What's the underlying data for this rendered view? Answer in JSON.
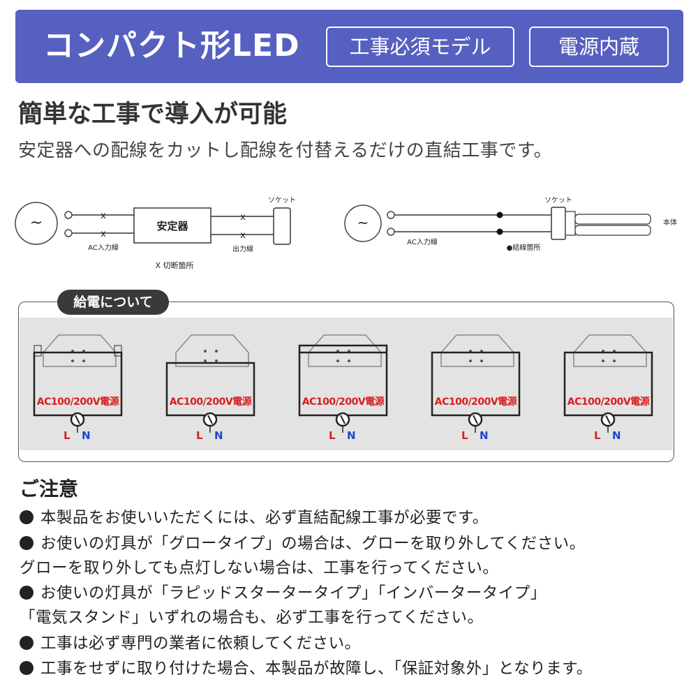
{
  "header": {
    "title": "コンパクト形LED",
    "badges": [
      "工事必須モデル",
      "電源内蔵"
    ],
    "bg_color": "#5560c0"
  },
  "intro": {
    "title": "簡単な工事で導入が可能",
    "subtitle": "安定器への配線をカットし配線を付替えるだけの直結工事です。"
  },
  "diagram_left": {
    "ballast": "安定器",
    "socket": "ソケット",
    "ac_line": "AC入力線",
    "out_line": "出力線",
    "cut_point": "X 切断箇所",
    "cut_mark": "x",
    "source_symbol": "~"
  },
  "diagram_right": {
    "socket": "ソケット",
    "body": "本体",
    "ac_line": "AC入力線",
    "joint": "●結線箇所",
    "source_symbol": "~"
  },
  "feed": {
    "tag": "給電について",
    "fixtures": [
      {
        "label": "AC100/200V電源",
        "L": "L",
        "N": "N"
      },
      {
        "label": "AC100/200V電源",
        "L": "L",
        "N": "N"
      },
      {
        "label": "AC100/200V電源",
        "L": "L",
        "N": "N"
      },
      {
        "label": "AC100/200V電源",
        "L": "L",
        "N": "N"
      },
      {
        "label": "AC100/200V電源",
        "L": "L",
        "N": "N"
      }
    ]
  },
  "notes": {
    "title": "ご注意",
    "lines": [
      {
        "bullet": true,
        "text": "本製品をお使いいただくには、必ず直結配線工事が必要です。"
      },
      {
        "bullet": true,
        "text": "お使いの灯具が「グロータイプ」の場合は、グローを取り外してください。"
      },
      {
        "bullet": false,
        "text": "グローを取り外しても点灯しない場合は、工事を行ってください。"
      },
      {
        "bullet": true,
        "text": "お使いの灯具が「ラピッドスタータータイプ」「インバータータイプ」"
      },
      {
        "bullet": false,
        "text": "「電気スタンド」いずれの場合も、必ず工事を行ってください。"
      },
      {
        "bullet": true,
        "text": "工事は必ず専門の業者に依頼してください。"
      },
      {
        "bullet": true,
        "text": "工事をせずに取り付けた場合、本製品が故障し、「保証対象外」となります。"
      }
    ]
  }
}
